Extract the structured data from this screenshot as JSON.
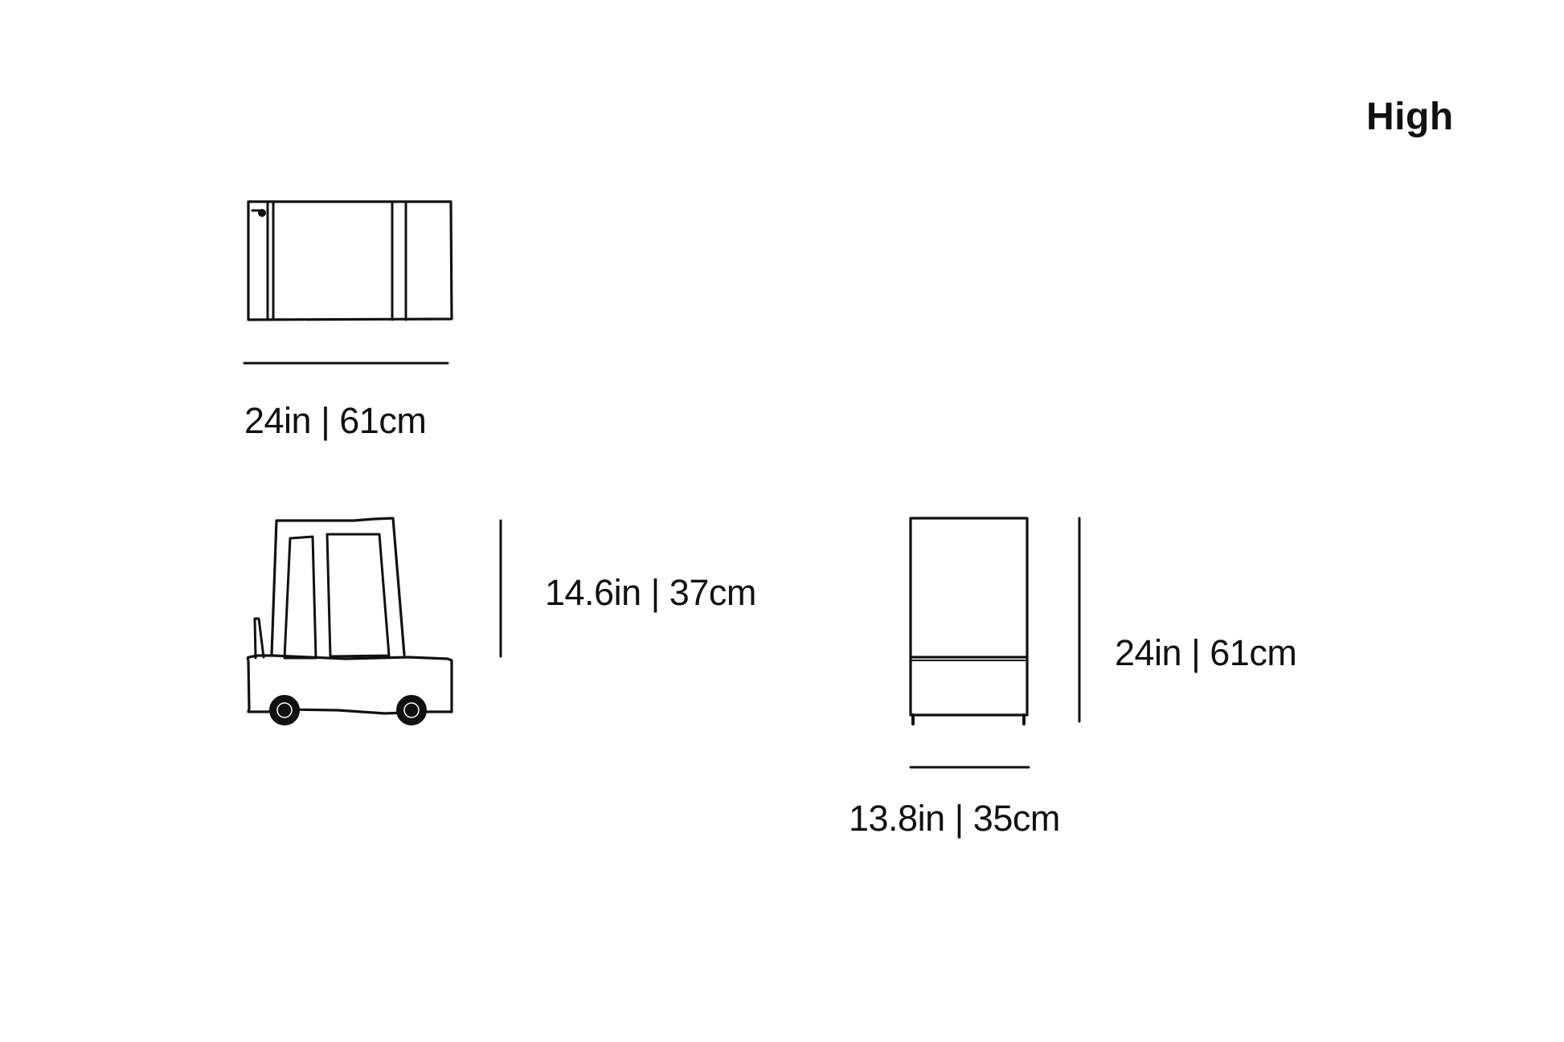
{
  "title": "High",
  "views": {
    "top": {
      "width_label": "24in | 61cm"
    },
    "side": {
      "height_label": "14.6in | 37cm"
    },
    "front": {
      "height_label": "24in | 61cm",
      "width_label": "13.8in | 35cm"
    }
  },
  "colors": {
    "line": "#111111",
    "background": "#ffffff"
  }
}
